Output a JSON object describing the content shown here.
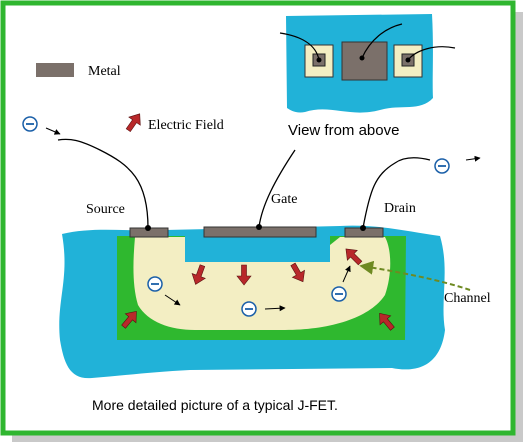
{
  "legend": {
    "metal_label": "Metal",
    "field_label": "Electric Field"
  },
  "top_view": {
    "caption": "View from above"
  },
  "terminals": {
    "source": "Source",
    "gate": "Gate",
    "drain": "Drain"
  },
  "channel_label": "Channel",
  "caption": "More detailed picture of a typical J-FET.",
  "electron_symbol": "⊖",
  "colors": {
    "frame_green": "#2fb62f",
    "substrate_blue": "#21b2d8",
    "depletion_green": "#2fb82f",
    "channel_tan": "#f3eec3",
    "metal_gray": "#7b706a",
    "field_arrow_red": "#b8282a",
    "shadow_gray": "#c9c9c9",
    "channel_pointer": "#6e8a22"
  }
}
